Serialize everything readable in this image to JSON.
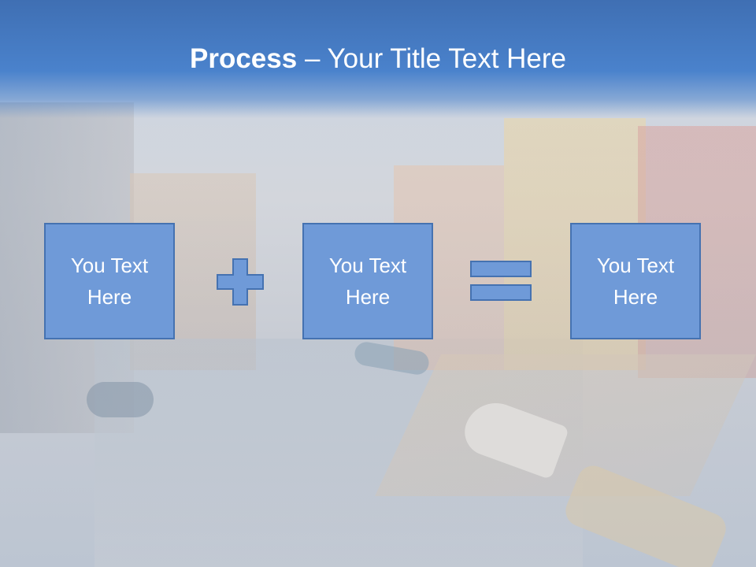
{
  "slide": {
    "title_bold": "Process",
    "title_rest": " – Your Title Text Here"
  },
  "boxes": [
    {
      "text": "You Text Here"
    },
    {
      "text": "You Text Here"
    },
    {
      "text": "You Text Here"
    }
  ],
  "operators": [
    "plus-icon",
    "equals-icon"
  ],
  "colors": {
    "header": "#4a82cc",
    "box_fill": "#6f9ad8",
    "box_border": "#4572b1",
    "title_text": "#ffffff"
  }
}
